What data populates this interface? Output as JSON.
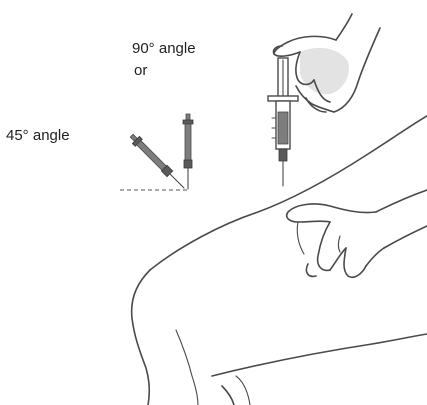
{
  "labels": {
    "angle_90": "90° angle",
    "or": "or",
    "angle_45": "45° angle"
  },
  "colors": {
    "line": "#4a4a4a",
    "syringe": "#7d7d7d",
    "shade": "#e3e3e3",
    "text": "#222222"
  }
}
